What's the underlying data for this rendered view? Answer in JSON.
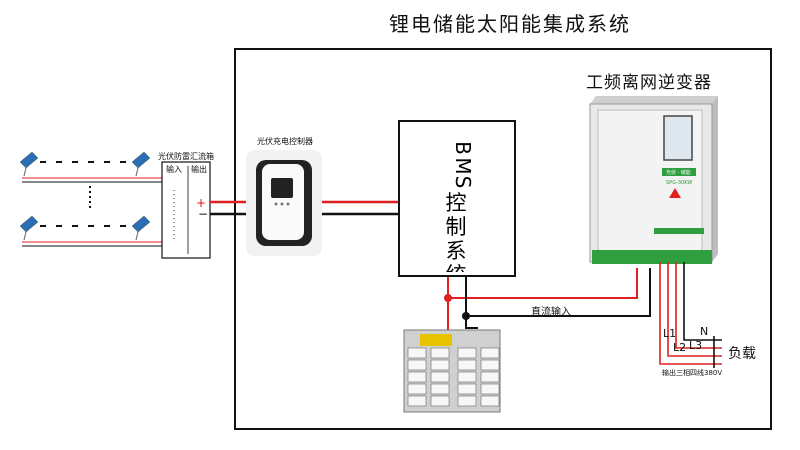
{
  "title": "锂电储能太阳能集成系统",
  "inverter": {
    "title": "工频离网逆变器",
    "model": "SPG-30KW",
    "panel_text": "光伏 · 储能"
  },
  "combiner": {
    "label": "光伏防雷汇流箱",
    "input": "输入",
    "output": "输出",
    "plus": "+",
    "minus": "−"
  },
  "controller": {
    "label": "光伏充电控制器"
  },
  "bms": {
    "chars": [
      "B",
      "M",
      "S",
      "控",
      "制",
      "系",
      "统"
    ]
  },
  "dc_input": "直流输入",
  "phases": {
    "l1": "L1",
    "l2": "L2",
    "l3": "L3",
    "n": "N"
  },
  "load": "负载",
  "output_label": "输出三相四线380V",
  "colors": {
    "positive": "#e02020",
    "negative": "#111111",
    "inverter_body": "#e8e8e8",
    "inverter_accent": "#2e9e3e"
  }
}
